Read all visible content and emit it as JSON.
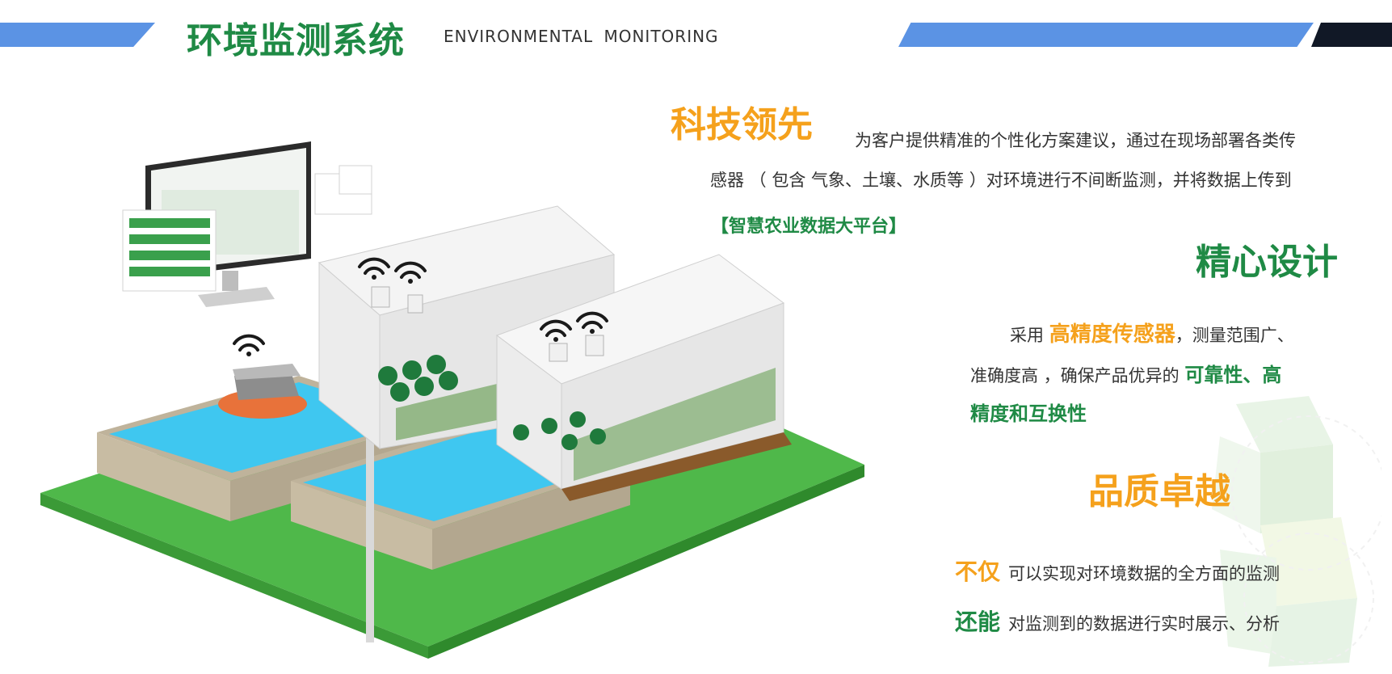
{
  "header": {
    "title": "环境监测系统",
    "subtitle": "ENVIRONMENTAL  MONITORING"
  },
  "sections": {
    "tech": {
      "heading": "科技领先",
      "line1": "为客户提供精准的个性化方案建议，通过在现场部署各类传",
      "line2": "感器 （ 包含 气象、土壤、水质等 ）对环境进行不间断监测，并将数据上传到",
      "platform": "【智慧农业数据大平台】"
    },
    "design": {
      "heading": "精心设计",
      "line1_prefix": "采用",
      "line1_emphasis": "高精度传感器",
      "line1_suffix": "，测量范围广、",
      "line2_prefix": "准确度高 ，确保产品优异的",
      "line2_emphasis": "可靠性、高",
      "line3_emphasis": "精度和互换性"
    },
    "quality": {
      "heading": "品质卓越",
      "item1_lead": "不仅",
      "item1_text": "可以实现对环境数据的全方面的监测",
      "item2_lead": "还能",
      "item2_text": "对监测到的数据进行实时展示、分析"
    }
  },
  "colors": {
    "green": "#1f8a45",
    "orange": "#f5a11c",
    "blue_bar": "#5b93e4",
    "dark_bar": "#111826",
    "pond_water": "#3fc7f0",
    "ground": "#4fb84a"
  },
  "icons": [
    "wifi-icon",
    "solar-panel-icon",
    "monitor-icon",
    "greenhouse-icon",
    "sensor-icon"
  ]
}
